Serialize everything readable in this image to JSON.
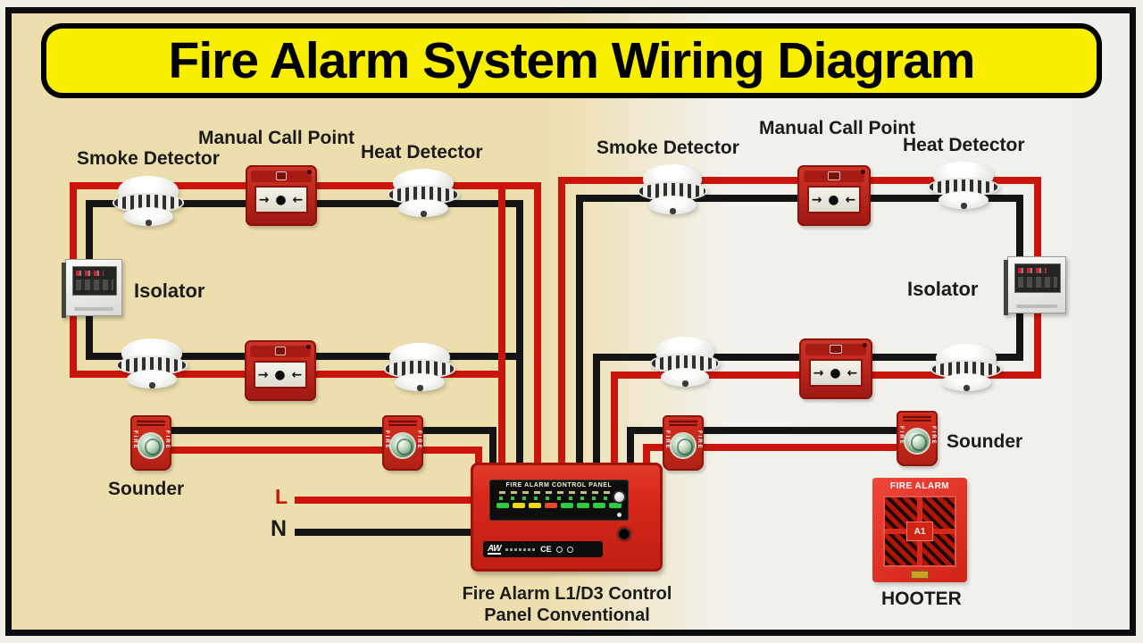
{
  "title": "Fire Alarm System Wiring Diagram",
  "labels": {
    "smoke_detector": "Smoke Detector",
    "manual_call_point": "Manual Call Point",
    "heat_detector": "Heat Detector",
    "isolator": "Isolator",
    "sounder": "Sounder",
    "line": "L",
    "neutral": "N"
  },
  "manual_call_point": {
    "symbol": "→ ● ←"
  },
  "sounder": {
    "side_text": "FIRE"
  },
  "control_panel": {
    "display_title": "FIRE ALARM CONTROL PANEL",
    "brand": "AW",
    "ce_mark": "CE",
    "caption_line1": "Fire Alarm L1/D3 Control",
    "caption_line2": "Panel Conventional"
  },
  "hooter": {
    "header": "FIRE ALARM",
    "zone": "A1",
    "label": "HOOTER"
  },
  "colors": {
    "wire_red": "#c9150b",
    "wire_black": "#141414",
    "banner_fill": "#f8ef00",
    "banner_text": "#000000",
    "device_red": "#c22a1c",
    "bg_left": "#ecdfad",
    "bg_right": "#f3f1ec"
  }
}
